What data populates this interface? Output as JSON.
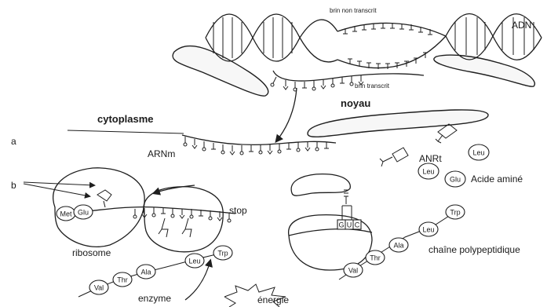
{
  "labels": {
    "adn": "ADN",
    "brin_non_transcrit": "brin non transcrit",
    "brin_transcrit": "brin transcrit",
    "noyau": "noyau",
    "cytoplasme": "cytoplasme",
    "a": "a",
    "b": "b",
    "arnm": "ARNm",
    "anrt": "ANRt",
    "acide_amine": "Acide aminé",
    "stop": "stop",
    "ribosome": "ribosome",
    "chaine": "chaîne polypeptidique",
    "enzyme": "enzyme",
    "energie": "énergie"
  },
  "free_amino_acids": [
    "Leu",
    "Leu",
    "Glu"
  ],
  "ribosome_bound": [
    "Met",
    "Glu"
  ],
  "chain_left": [
    "Val",
    "Thr",
    "Ala",
    "Leu",
    "Trp"
  ],
  "chain_right": [
    "Val",
    "Thr",
    "Ala",
    "Leu",
    "Trp"
  ],
  "codon_letters": [
    "G",
    "U",
    "C"
  ]
}
